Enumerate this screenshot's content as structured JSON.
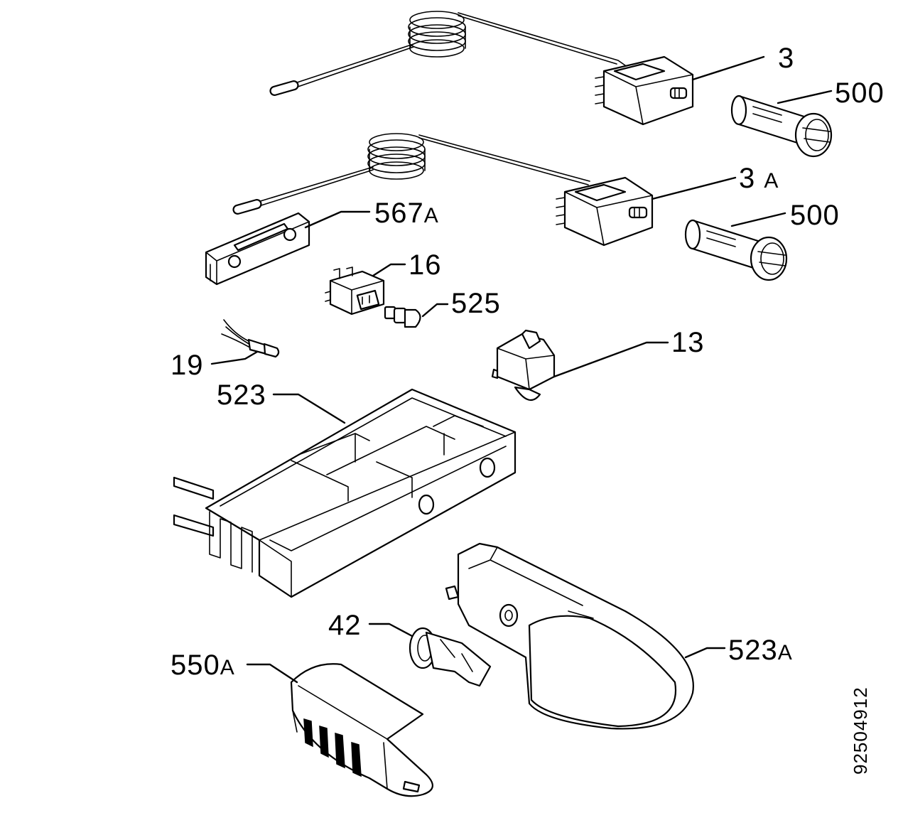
{
  "labels": {
    "p3": {
      "num": "3",
      "suffix": ""
    },
    "p3a": {
      "num": "3",
      "suffix": "A"
    },
    "p500a": {
      "num": "500",
      "suffix": ""
    },
    "p500b": {
      "num": "500",
      "suffix": ""
    },
    "p567a": {
      "num": "567",
      "suffix": "A"
    },
    "p16": {
      "num": "16",
      "suffix": ""
    },
    "p525": {
      "num": "525",
      "suffix": ""
    },
    "p13": {
      "num": "13",
      "suffix": ""
    },
    "p19": {
      "num": "19",
      "suffix": ""
    },
    "p523": {
      "num": "523",
      "suffix": ""
    },
    "p42": {
      "num": "42",
      "suffix": ""
    },
    "p550a": {
      "num": "550",
      "suffix": "A"
    },
    "p523a": {
      "num": "523",
      "suffix": "A"
    }
  },
  "document_number": "92504912"
}
